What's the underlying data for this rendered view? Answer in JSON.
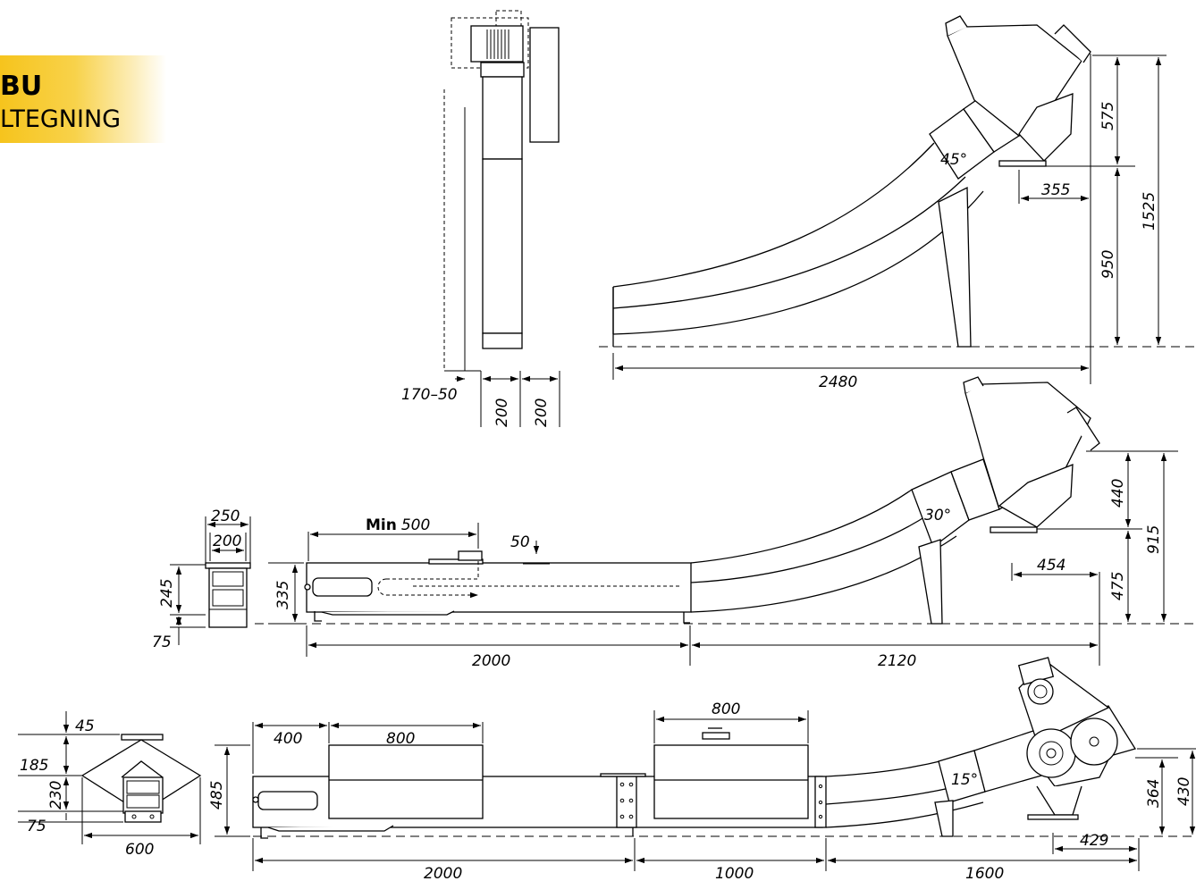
{
  "title_block": {
    "title": "BU",
    "subtitle": "LTEGNING",
    "accent_color": "#f6c41d"
  },
  "views": {
    "top_front": {
      "dimensions": [
        "170–50",
        "200",
        "200"
      ]
    },
    "top_side": {
      "angle": "45°",
      "dimensions": [
        "575",
        "355",
        "950",
        "1525",
        "2480"
      ]
    },
    "middle_end": {
      "dimensions": [
        "250",
        "200",
        "245",
        "75"
      ]
    },
    "middle_side": {
      "min_label_bold": "Min",
      "min_label_value": "500",
      "angle": "30°",
      "dimensions": [
        "50",
        "335",
        "2000",
        "2120",
        "440",
        "915",
        "454",
        "475"
      ]
    },
    "bottom_end": {
      "dimensions": [
        "45",
        "185",
        "230",
        "75",
        "600"
      ]
    },
    "bottom_side": {
      "angle": "15°",
      "dimensions": [
        "400",
        "800",
        "800",
        "485",
        "364",
        "430",
        "429",
        "2000",
        "1000",
        "1600"
      ]
    }
  }
}
